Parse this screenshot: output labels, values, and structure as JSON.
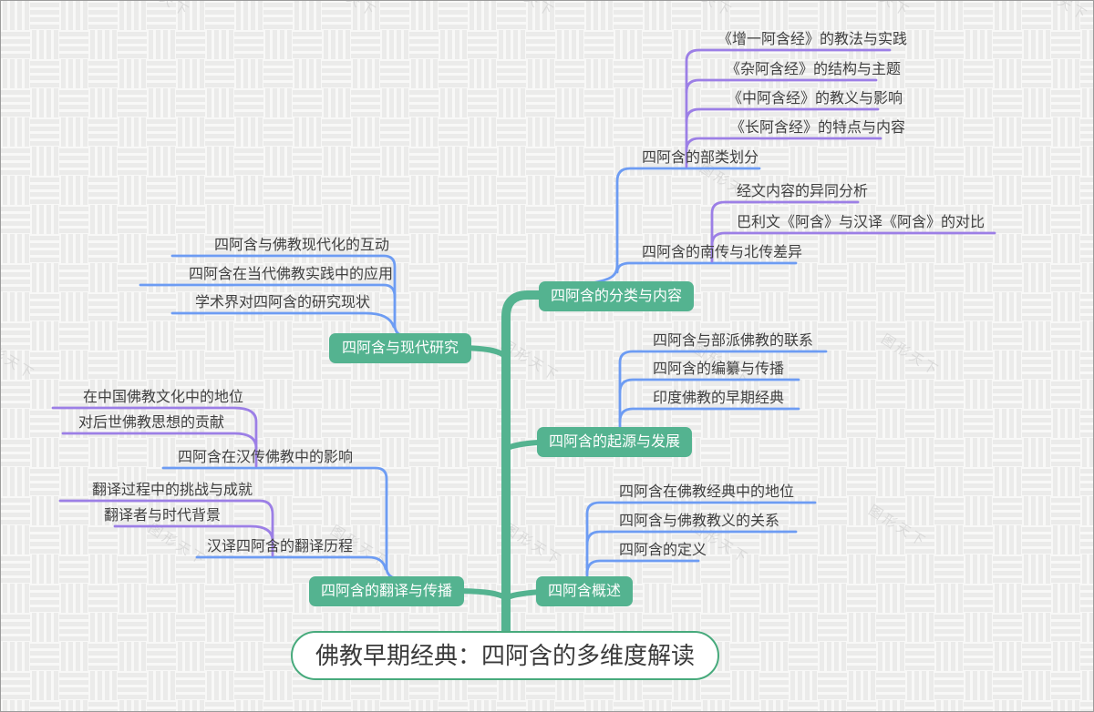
{
  "canvas": {
    "background": "#f8f8f7",
    "pattern_stripe": "#ebebea",
    "border": "#9b9b9b"
  },
  "colors": {
    "branch_green": "#54b390",
    "link_blue": "#6d9cf3",
    "link_purple": "#9c7fe6",
    "topic_text": "#ffffff",
    "leaf_text": "#404040",
    "root_text": "#3a3a3a",
    "root_bg": "#ffffff"
  },
  "watermark": {
    "text": "图形天下"
  },
  "root": {
    "label": "佛教早期经典：四阿含的多维度解读"
  },
  "branches": [
    {
      "label": "四阿含的分类与内容",
      "children": [
        {
          "label": "四阿含的部类划分",
          "children": [
            {
              "label": "《增一阿含经》的教法与实践"
            },
            {
              "label": "《杂阿含经》的结构与主题"
            },
            {
              "label": "《中阿含经》的教义与影响"
            },
            {
              "label": "《长阿含经》的特点与内容"
            }
          ]
        },
        {
          "label": "四阿含的南传与北传差异",
          "children": [
            {
              "label": "经文内容的异同分析"
            },
            {
              "label": "巴利文《阿含》与汉译《阿含》的对比"
            }
          ]
        }
      ]
    },
    {
      "label": "四阿含与现代研究",
      "children": [
        {
          "label": "四阿含与佛教现代化的互动"
        },
        {
          "label": "四阿含在当代佛教实践中的应用"
        },
        {
          "label": "学术界对四阿含的研究现状"
        }
      ]
    },
    {
      "label": "四阿含的起源与发展",
      "children": [
        {
          "label": "四阿含与部派佛教的联系"
        },
        {
          "label": "四阿含的编纂与传播"
        },
        {
          "label": "印度佛教的早期经典"
        }
      ]
    },
    {
      "label": "四阿含的翻译与传播",
      "children": [
        {
          "label": "四阿含在汉传佛教中的影响",
          "children": [
            {
              "label": "在中国佛教文化中的地位"
            },
            {
              "label": "对后世佛教思想的贡献"
            }
          ]
        },
        {
          "label": "汉译四阿含的翻译历程",
          "children": [
            {
              "label": "翻译过程中的挑战与成就"
            },
            {
              "label": "翻译者与时代背景"
            }
          ]
        }
      ]
    },
    {
      "label": "四阿含概述",
      "children": [
        {
          "label": "四阿含在佛教经典中的地位"
        },
        {
          "label": "四阿含与佛教教义的关系"
        },
        {
          "label": "四阿含的定义"
        }
      ]
    }
  ]
}
